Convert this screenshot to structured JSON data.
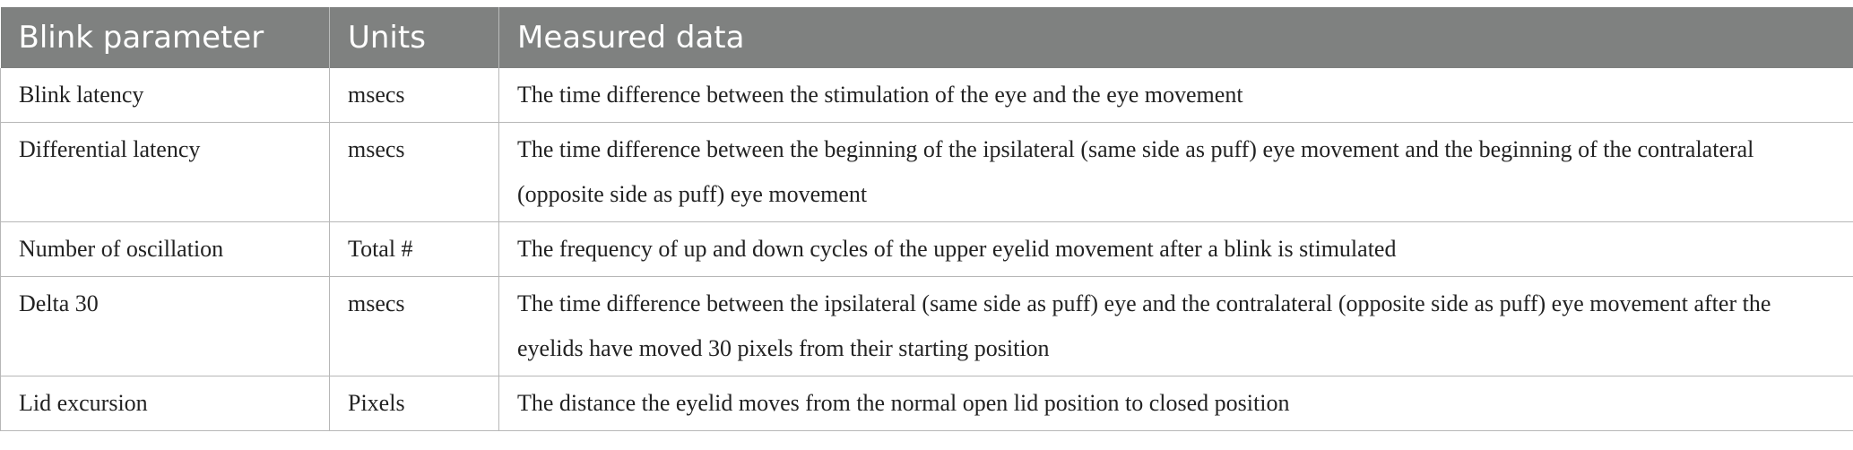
{
  "table": {
    "headers": [
      "Blink parameter",
      "Units",
      "Measured data"
    ],
    "rows": [
      {
        "parameter": "Blink latency",
        "units": "msecs",
        "measured": "The time difference between the stimulation of the eye and the eye movement"
      },
      {
        "parameter": "Differential latency",
        "units": "msecs",
        "measured": "The time difference between the beginning of the ipsilateral (same side as puff) eye movement and the beginning of the contralateral (opposite side as puff) eye movement"
      },
      {
        "parameter": "Number of oscillation",
        "units": "Total #",
        "measured": "The frequency of up and down cycles of the upper eyelid movement after a blink is stimulated"
      },
      {
        "parameter": "Delta 30",
        "units": "msecs",
        "measured": "The time difference between the ipsilateral (same side as puff) eye and the contralateral (opposite side as puff) eye movement after the eyelids have moved 30 pixels from their starting position"
      },
      {
        "parameter": "Lid excursion",
        "units": "Pixels",
        "measured": "The distance the eyelid moves from the normal open lid position to closed position"
      }
    ]
  },
  "colors": {
    "header_background": "#7f8180",
    "header_text": "#ffffff",
    "border": "#b7b7b7"
  }
}
